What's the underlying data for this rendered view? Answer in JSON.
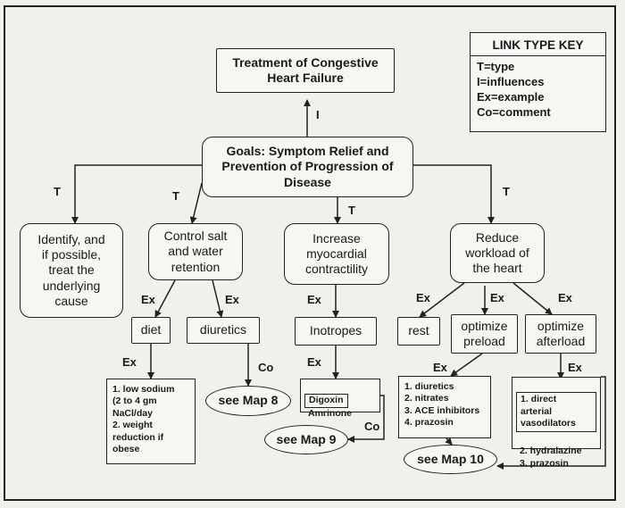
{
  "nodes": {
    "treatment": "Treatment of Congestive\nHeart Failure",
    "goals": "Goals:  Symptom Relief and\nPrevention of Progression of\nDisease",
    "identify": "Identify, and\nif possible,\ntreat the\nunderlying\ncause",
    "control": "Control salt\nand water\nretention",
    "increase": "Increase\nmyocardial\ncontractility",
    "reduce": "Reduce\nworkload of\nthe heart",
    "diet": "diet",
    "diuretics": "diuretics",
    "inotropes": "Inotropes",
    "rest": "rest",
    "preload": "optimize\npreload",
    "afterload": "optimize\nafterload",
    "diet_list": "1.  low sodium\n(2 to 4 gm\nNaCl/day\n2.  weight\nreduction if\nobese",
    "digoxin": "Digoxin",
    "amrinone": "Amrinone",
    "preload_list": "1.  diuretics\n2.  nitrates\n3.  ACE inhibitors\n4.  prazosin",
    "afterload_direct": "1.  direct\narterial\nvasodilators",
    "afterload_rest": "2.  hydralazine\n3.  prazosin",
    "map8": "see Map 8",
    "map9": "see Map 9",
    "map10": "see Map 10"
  },
  "link_labels": {
    "influences": "I",
    "type": "T",
    "example": "Ex",
    "comment": "Co"
  },
  "key": {
    "title": "LINK TYPE KEY",
    "items": [
      "T=type",
      "I=influences",
      "Ex=example",
      "Co=comment"
    ]
  }
}
